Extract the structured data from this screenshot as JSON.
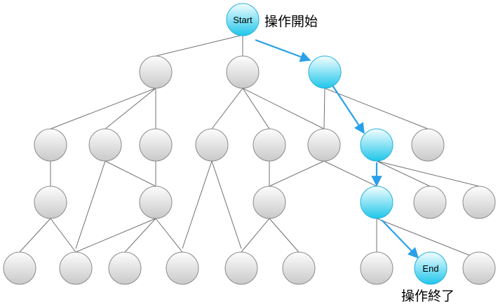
{
  "nodes": {
    "start": {
      "label": "Start",
      "caption": "操作開始"
    },
    "end": {
      "label": "End",
      "caption": "操作終了"
    }
  },
  "colors": {
    "path_accent": "#2aa0e8",
    "node_blue_light": "#ffffff",
    "node_blue_dark": "#1ec4e8",
    "node_gray_light": "#ffffff",
    "node_gray_dark": "#c8c8c8",
    "edge_gray": "#707070"
  }
}
